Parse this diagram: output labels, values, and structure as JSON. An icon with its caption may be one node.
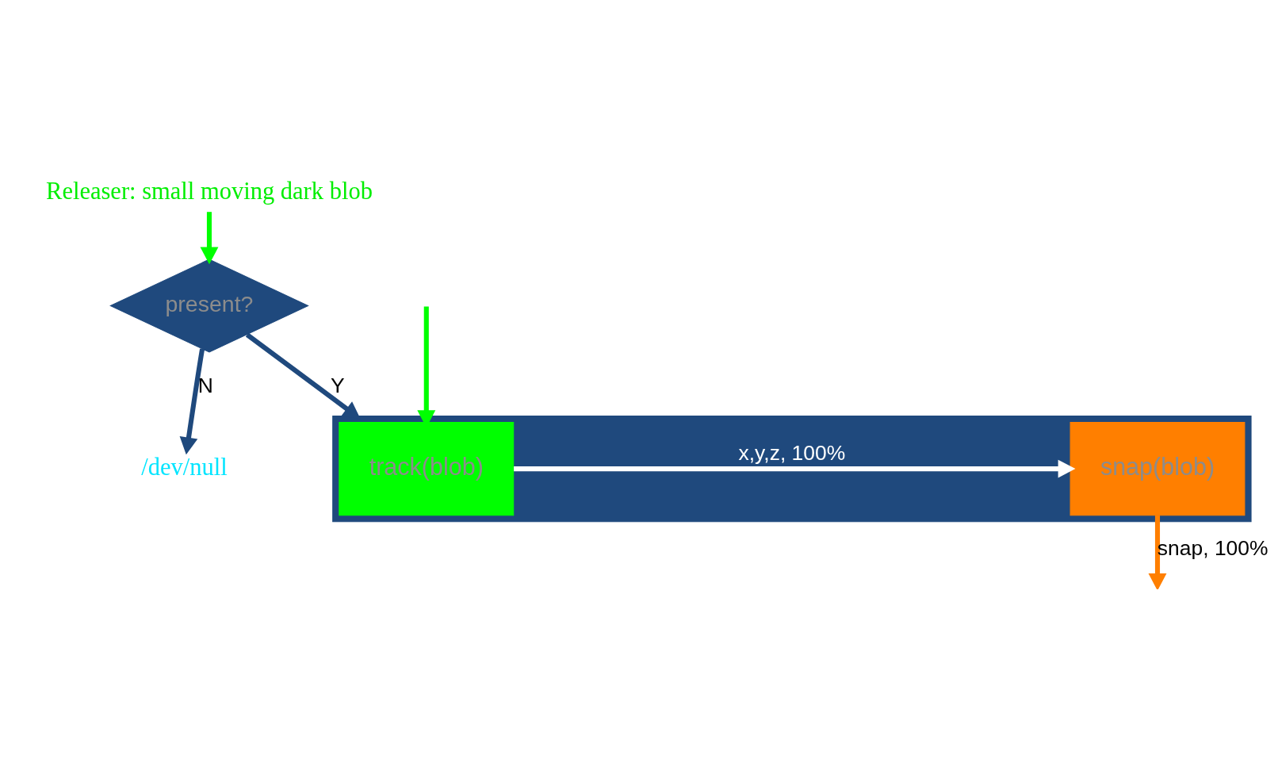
{
  "diagram": {
    "nodes": [
      {
        "text": [
          "Releaser: small moving dark blob"
        ]
      },
      {
        "text": [
          "present?"
        ]
      },
      {
        "text": [
          "/dev/null"
        ]
      },
      {
        "text": [],
        "shape": "box"
      },
      {
        "text": [
          "track(blob)"
        ],
        "in": 3
      },
      {
        "text": [
          "snap(blob)"
        ],
        "in": 3
      }
    ],
    "edges": [
      {
        "from": 0,
        "to": 1,
        "arrow": "to",
        "color": "#00ff00"
      },
      {
        "from": 1,
        "to": 2,
        "arrow": "to",
        "label": "N",
        "color": "#1f497d"
      },
      {
        "from": 1,
        "to": 3,
        "arrow": "to",
        "label": "Y",
        "color": "#1f497d"
      },
      {
        "from": null,
        "to": 4,
        "arrow": "to",
        "color": "#00ff00"
      },
      {
        "from": 4,
        "to": 5,
        "arrow": "to",
        "label": "x,y,z, 100%",
        "color": "#ffffff"
      },
      {
        "from": 5,
        "to": null,
        "arrow": "to",
        "label": "snap, 100%",
        "color": "#ff7f00"
      }
    ]
  }
}
